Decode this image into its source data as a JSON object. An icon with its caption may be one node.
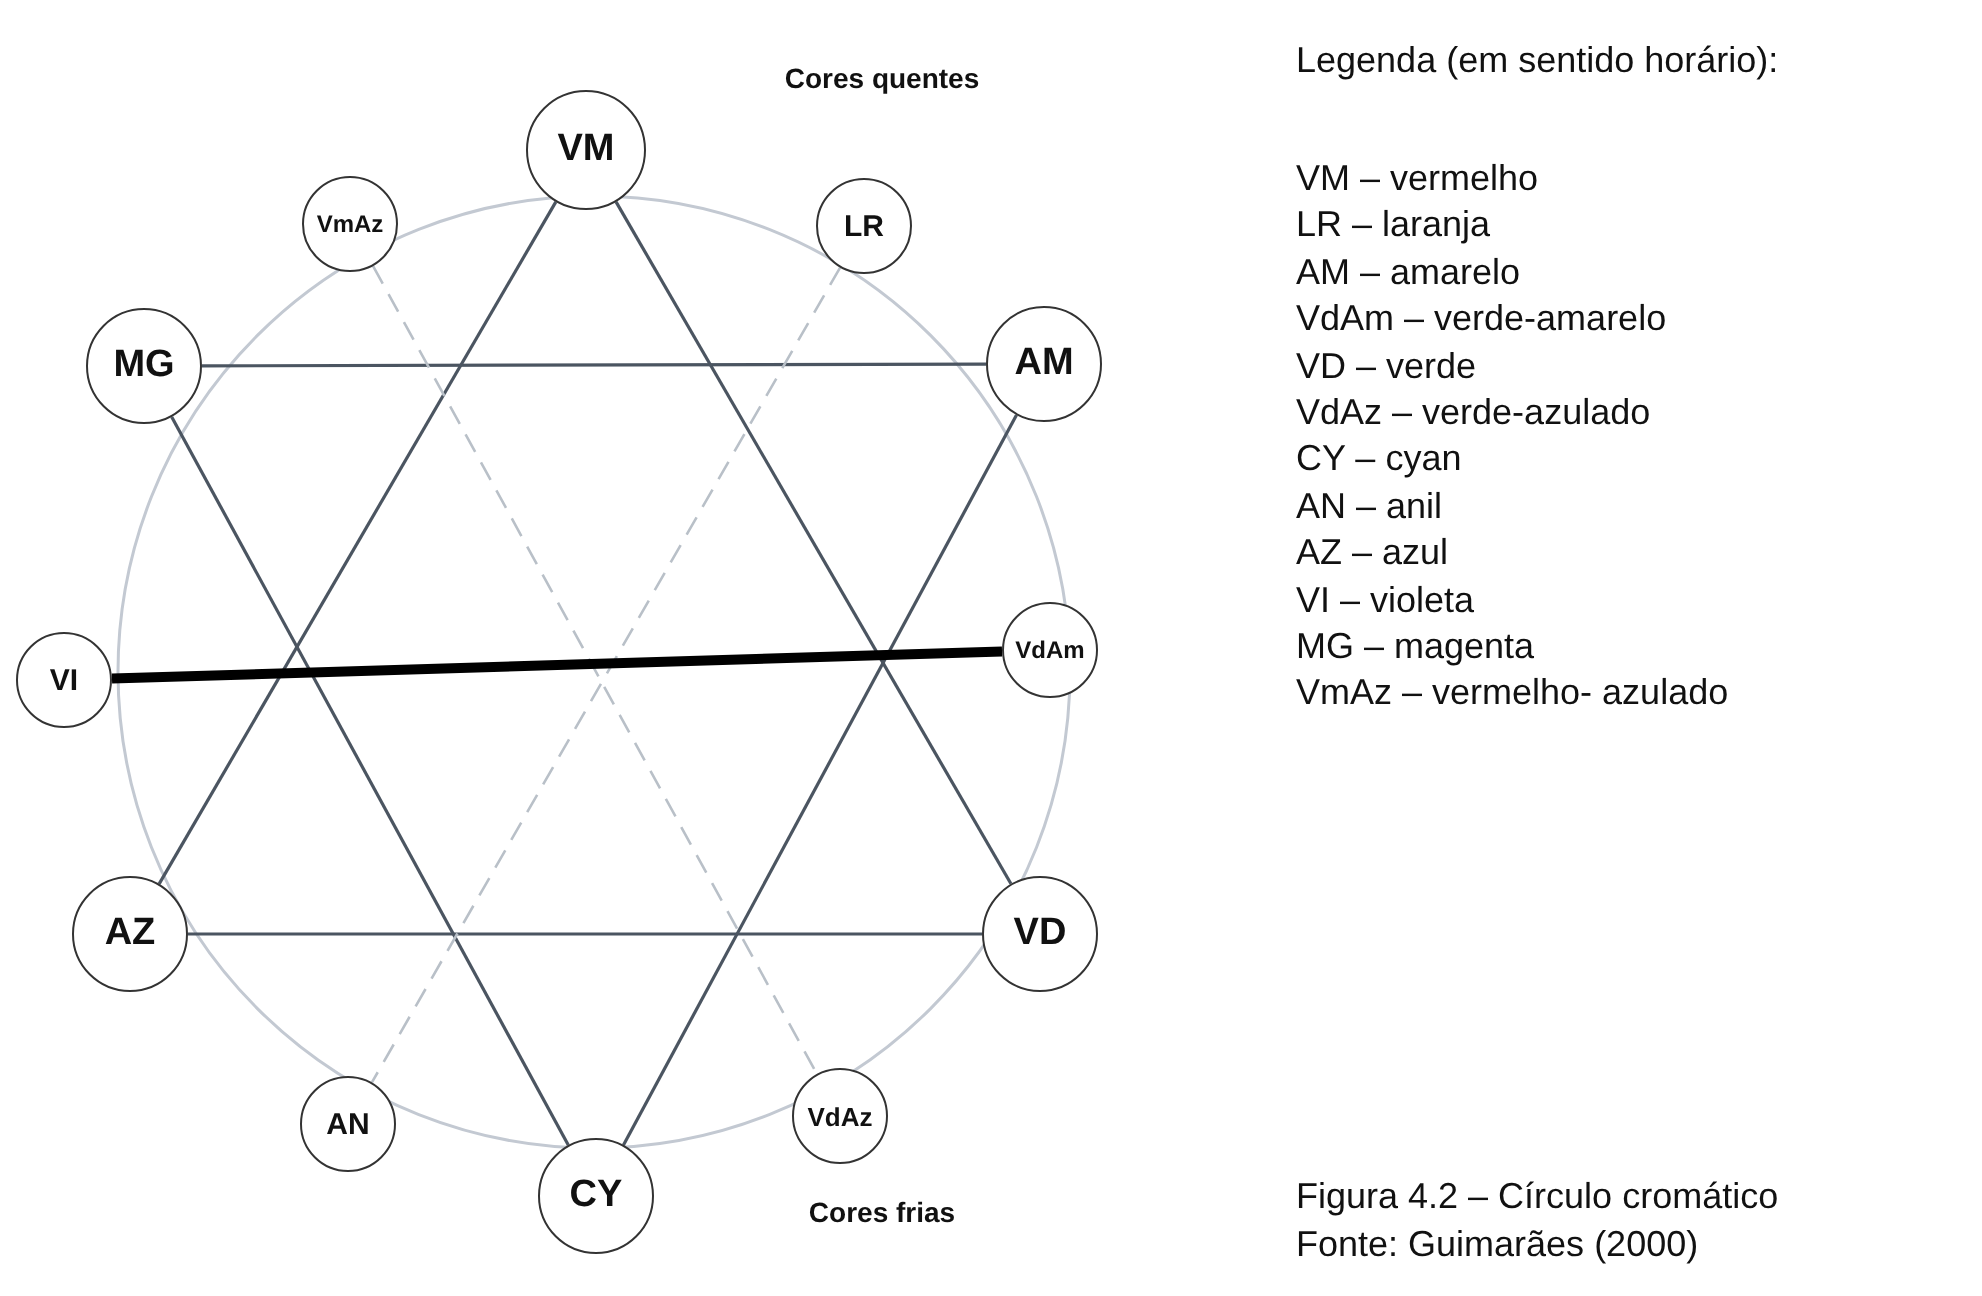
{
  "diagram": {
    "caption": "Figura 4.2 – Círculo cromático",
    "nodes": [
      {
        "text": [
          "VM"
        ]
      },
      {
        "text": [
          "LR"
        ]
      },
      {
        "text": [
          "AM"
        ]
      },
      {
        "text": [
          "VdAm"
        ]
      },
      {
        "text": [
          "VD"
        ]
      },
      {
        "text": [
          "VdAz"
        ]
      },
      {
        "text": [
          "CY"
        ]
      },
      {
        "text": [
          "AN"
        ]
      },
      {
        "text": [
          "AZ"
        ]
      },
      {
        "text": [
          "VI"
        ]
      },
      {
        "text": [
          "MG"
        ]
      },
      {
        "text": [
          "VmAz"
        ]
      }
    ],
    "edges": [
      {
        "from": 0,
        "to": 8,
        "arrow": "none"
      },
      {
        "from": 0,
        "to": 4,
        "arrow": "none"
      },
      {
        "from": 8,
        "to": 4,
        "arrow": "none"
      },
      {
        "from": 10,
        "to": 2,
        "arrow": "none"
      },
      {
        "from": 10,
        "to": 6,
        "arrow": "none"
      },
      {
        "from": 2,
        "to": 6,
        "arrow": "none"
      },
      {
        "from": 11,
        "to": 5,
        "arrow": "none",
        "style": "dashed",
        "color": "#b9c0c8"
      },
      {
        "from": 1,
        "to": 7,
        "arrow": "none",
        "style": "dashed",
        "color": "#b9c0c8"
      },
      {
        "from": 9,
        "to": 3,
        "arrow": "none",
        "style": "thick",
        "color": "#000000"
      }
    ],
    "labels": [
      "Legenda (em sentido horário):",
      "Cores quentes",
      "VM – vermelho",
      "LR – laranja",
      "AM – amarelo",
      "VdAm – verde-amarelo",
      "VD – verde",
      "VdAz – verde-azulado",
      "CY – cyan",
      "AN – anil",
      "AZ – azul",
      "VI – violeta",
      "MG – magenta",
      "VmAz – vermelho- azulado",
      "Cores frias",
      "Fonte: Guimarães (2000)"
    ]
  }
}
